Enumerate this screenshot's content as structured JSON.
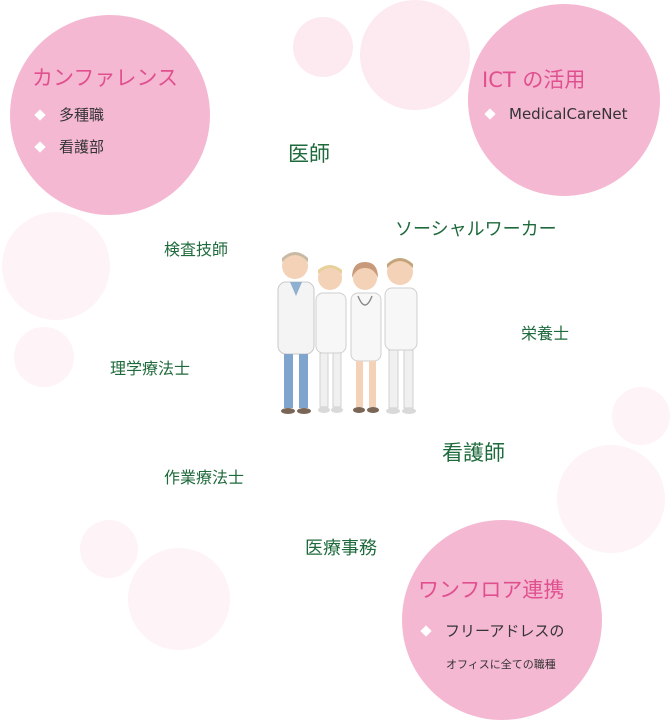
{
  "conference": {
    "title": "カンファレンス",
    "items": [
      "多種職",
      "看護部"
    ]
  },
  "ict": {
    "title": "ICT の活用",
    "items": [
      "MedicalCareNet"
    ]
  },
  "one_floor": {
    "title": "ワンフロア連携",
    "item": "フリーアドレスの",
    "note": "オフィスに全ての職種"
  },
  "roles": {
    "doctor": "医師",
    "social_worker": "ソーシャルワーカー",
    "lab_tech": "検査技師",
    "dietitian": "栄養士",
    "pt": "理学療法士",
    "nurse": "看護師",
    "ot": "作業療法士",
    "clerk": "医療事務"
  },
  "colors": {
    "accent_pink": "#e0508f",
    "bubble_pink": "#f5b8d2",
    "role_green": "#1f6a3c"
  }
}
